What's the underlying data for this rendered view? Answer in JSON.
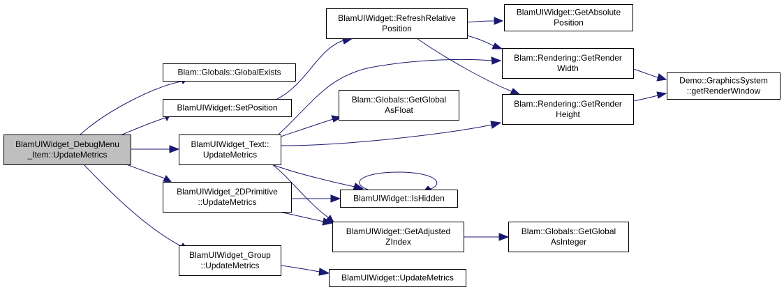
{
  "diagram": {
    "nodes": [
      {
        "id": "root",
        "lines": [
          "BlamUIWidget_DebugMenu",
          "_Item::UpdateMetrics"
        ],
        "root": true
      },
      {
        "id": "global_exists",
        "lines": [
          "Blam::Globals::GlobalExists"
        ]
      },
      {
        "id": "set_position",
        "lines": [
          "BlamUIWidget::SetPosition"
        ]
      },
      {
        "id": "text_update",
        "lines": [
          "BlamUIWidget_Text::",
          "UpdateMetrics"
        ]
      },
      {
        "id": "prim_update",
        "lines": [
          "BlamUIWidget_2DPrimitive",
          "::UpdateMetrics"
        ]
      },
      {
        "id": "group_update",
        "lines": [
          "BlamUIWidget_Group",
          "::UpdateMetrics"
        ]
      },
      {
        "id": "refresh_rel",
        "lines": [
          "BlamUIWidget::RefreshRelative",
          "Position"
        ]
      },
      {
        "id": "get_float",
        "lines": [
          "Blam::Globals::GetGlobal",
          "AsFloat"
        ]
      },
      {
        "id": "is_hidden",
        "lines": [
          "BlamUIWidget::IsHidden"
        ]
      },
      {
        "id": "get_zindex",
        "lines": [
          "BlamUIWidget::GetAdjusted",
          "ZIndex"
        ]
      },
      {
        "id": "widget_update",
        "lines": [
          "BlamUIWidget::UpdateMetrics"
        ]
      },
      {
        "id": "get_abs",
        "lines": [
          "BlamUIWidget::GetAbsolute",
          "Position"
        ]
      },
      {
        "id": "render_width",
        "lines": [
          "Blam::Rendering::GetRender",
          "Width"
        ]
      },
      {
        "id": "render_height",
        "lines": [
          "Blam::Rendering::GetRender",
          "Height"
        ]
      },
      {
        "id": "get_int",
        "lines": [
          "Blam::Globals::GetGlobal",
          "AsInteger"
        ]
      },
      {
        "id": "render_window",
        "lines": [
          "Demo::GraphicsSystem",
          "::getRenderWindow"
        ]
      }
    ],
    "edges": [
      {
        "from": "root",
        "to": "global_exists"
      },
      {
        "from": "root",
        "to": "set_position"
      },
      {
        "from": "root",
        "to": "text_update"
      },
      {
        "from": "root",
        "to": "prim_update"
      },
      {
        "from": "root",
        "to": "group_update"
      },
      {
        "from": "set_position",
        "to": "refresh_rel"
      },
      {
        "from": "refresh_rel",
        "to": "get_abs"
      },
      {
        "from": "refresh_rel",
        "to": "render_width"
      },
      {
        "from": "refresh_rel",
        "to": "render_height"
      },
      {
        "from": "render_width",
        "to": "render_window"
      },
      {
        "from": "render_height",
        "to": "render_window"
      },
      {
        "from": "text_update",
        "to": "render_width"
      },
      {
        "from": "text_update",
        "to": "get_float"
      },
      {
        "from": "text_update",
        "to": "render_height"
      },
      {
        "from": "text_update",
        "to": "is_hidden"
      },
      {
        "from": "text_update",
        "to": "get_zindex"
      },
      {
        "from": "is_hidden",
        "to": "is_hidden"
      },
      {
        "from": "prim_update",
        "to": "is_hidden"
      },
      {
        "from": "prim_update",
        "to": "get_zindex"
      },
      {
        "from": "get_zindex",
        "to": "get_int"
      },
      {
        "from": "group_update",
        "to": "widget_update"
      }
    ],
    "colors": {
      "edge": "#191970",
      "root_fill": "#bfbfbf",
      "node_fill": "#ffffff",
      "border": "#000000"
    }
  }
}
